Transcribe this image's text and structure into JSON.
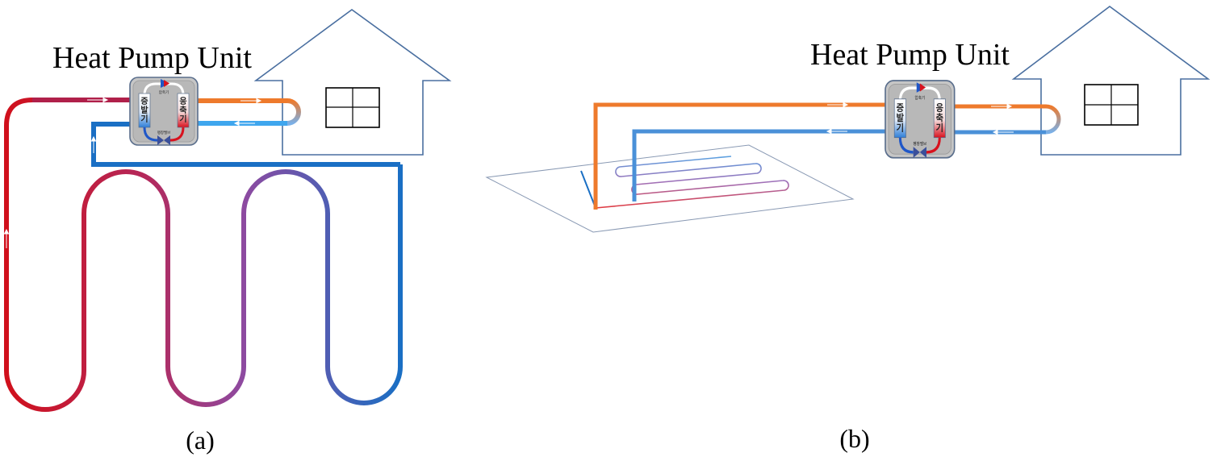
{
  "panel_a": {
    "title": "Heat Pump Unit",
    "caption": "(a)",
    "unit": {
      "evaporator": [
        "증",
        "발",
        "기"
      ],
      "condenser": [
        "응",
        "축",
        "기"
      ],
      "compressor": "압축기",
      "valve": "팽창밸브"
    }
  },
  "panel_b": {
    "title": "Heat Pump Unit",
    "caption": "(b)",
    "unit": {
      "evaporator": [
        "증",
        "발",
        "기"
      ],
      "condenser": [
        "응",
        "축",
        "기"
      ],
      "compressor": "압축기",
      "valve": "팽창밸브"
    }
  },
  "colors": {
    "hot": "#d8121e",
    "purple": "#8e4aa0",
    "cold": "#1a6fc4",
    "orange": "#ee7a2c",
    "light_blue": "#4a90d8",
    "outline": "#4a6fa0"
  }
}
